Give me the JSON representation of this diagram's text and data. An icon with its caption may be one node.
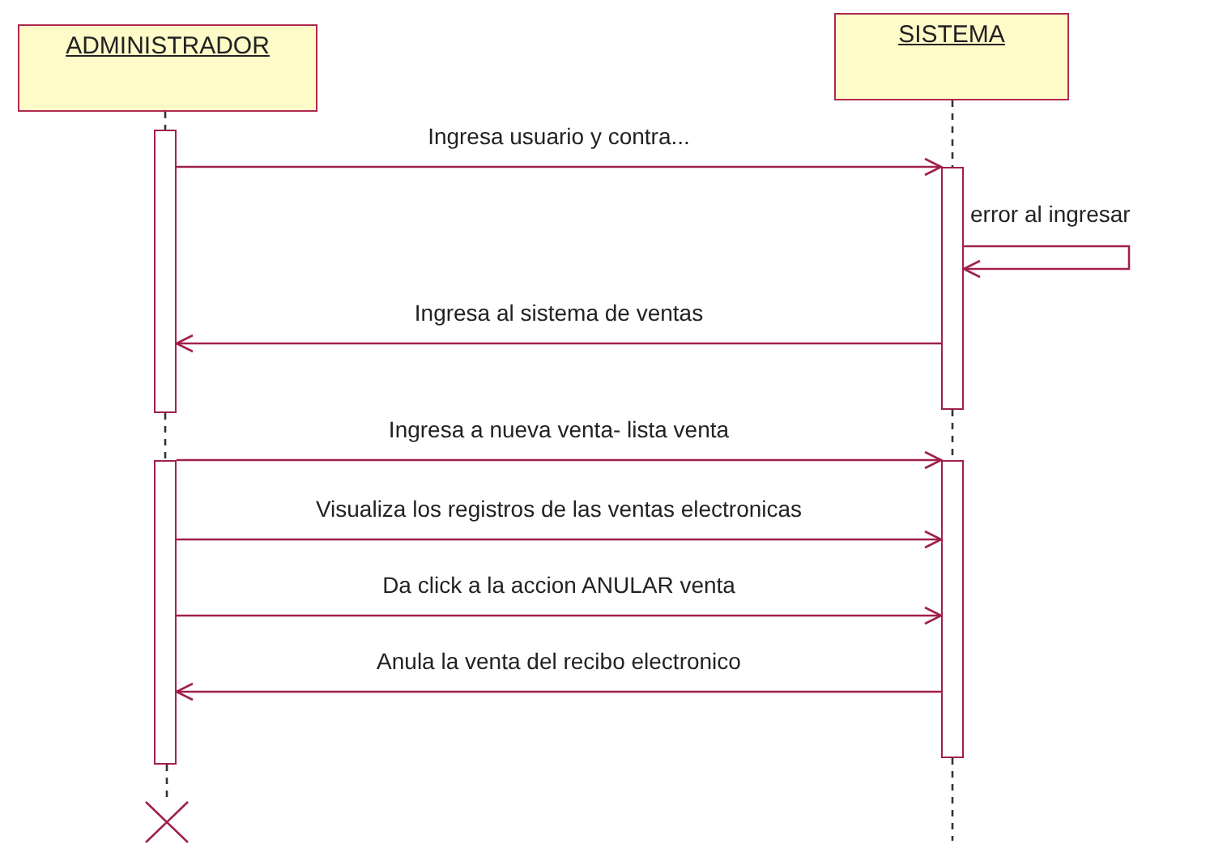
{
  "diagram": {
    "nodes": [
      {
        "text": [
          "ADMINISTRADOR"
        ]
      },
      {
        "text": [
          "SISTEMA"
        ]
      },
      {
        "text": [],
        "shape": "bar"
      },
      {
        "text": [],
        "shape": "bar"
      },
      {
        "text": [],
        "shape": "bar"
      },
      {
        "text": [],
        "shape": "bar"
      },
      {
        "text": [],
        "shape": "cross"
      }
    ],
    "edges": [
      {
        "from": 0,
        "to": 2,
        "arrow": "none",
        "style": "dashed",
        "color": "#333333"
      },
      {
        "from": 2,
        "to": 3,
        "arrow": "none",
        "style": "dashed",
        "color": "#333333"
      },
      {
        "from": 3,
        "to": 6,
        "arrow": "none",
        "style": "dashed",
        "color": "#333333"
      },
      {
        "from": 1,
        "to": 4,
        "arrow": "none",
        "style": "dashed",
        "color": "#333333"
      },
      {
        "from": 4,
        "to": 5,
        "arrow": "none",
        "style": "dashed",
        "color": "#333333"
      },
      {
        "from": 5,
        "to": null,
        "arrow": "none",
        "style": "dashed",
        "color": "#333333"
      },
      {
        "from": 2,
        "to": 4,
        "arrow": "to",
        "label": "Ingresa usuario y contra..."
      },
      {
        "from": 4,
        "to": 4,
        "arrow": "to",
        "label": "error al ingresar"
      },
      {
        "from": 4,
        "to": 2,
        "arrow": "to",
        "label": "Ingresa al sistema de ventas"
      },
      {
        "from": 3,
        "to": 5,
        "arrow": "to",
        "label": "Ingresa a nueva venta- lista venta"
      },
      {
        "from": 3,
        "to": 5,
        "arrow": "to",
        "label": "Visualiza los registros de las ventas electronicas"
      },
      {
        "from": 3,
        "to": 5,
        "arrow": "to",
        "label": "Da click a la accion ANULAR venta"
      },
      {
        "from": 5,
        "to": 3,
        "arrow": "to",
        "label": "Anula la venta del recibo electronico"
      }
    ]
  }
}
